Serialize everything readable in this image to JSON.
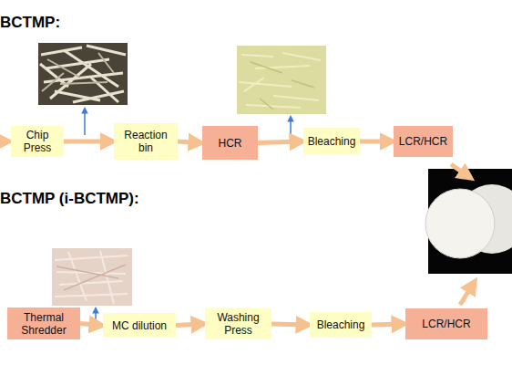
{
  "diagram": {
    "nodes": [
      {
        "text": [
          "Chip Press"
        ]
      },
      {
        "text": [
          "Reaction bin"
        ]
      },
      {
        "text": [
          "HCR"
        ]
      },
      {
        "text": [
          "Bleaching"
        ]
      },
      {
        "text": [
          "LCR/HCR"
        ]
      },
      {
        "text": [
          "Thermal Shredder"
        ]
      },
      {
        "text": [
          "MC dilution"
        ]
      },
      {
        "text": [
          "Washing Press"
        ]
      },
      {
        "text": [
          "Bleaching"
        ]
      },
      {
        "text": [
          "LCR/HCR"
        ]
      }
    ],
    "edges": [
      {
        "from": 0,
        "to": 1,
        "arrow": "to"
      },
      {
        "from": 1,
        "to": 2,
        "arrow": "to"
      },
      {
        "from": 2,
        "to": 3,
        "arrow": "to"
      },
      {
        "from": 3,
        "to": 4,
        "arrow": "to"
      },
      {
        "from": 5,
        "to": 6,
        "arrow": "to"
      },
      {
        "from": 6,
        "to": 7,
        "arrow": "to"
      },
      {
        "from": 7,
        "to": 8,
        "arrow": "to"
      },
      {
        "from": 8,
        "to": 9,
        "arrow": "to"
      }
    ],
    "labels": [
      "BCTMP:",
      "BCTMP (i-BCTMP):"
    ]
  }
}
